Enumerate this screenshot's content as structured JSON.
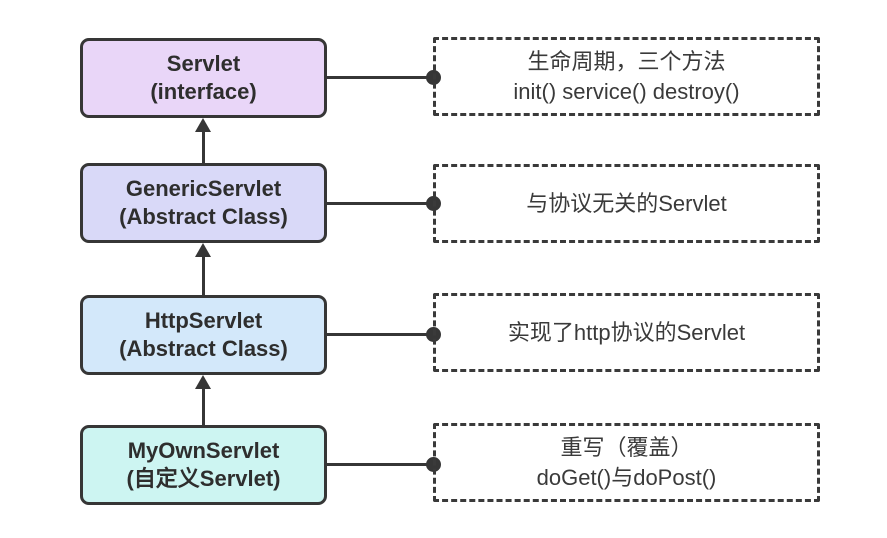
{
  "diagram": {
    "nodes": [
      {
        "title": "Servlet",
        "subtitle": "(interface)",
        "fill": "#e9d6f8"
      },
      {
        "title": "GenericServlet",
        "subtitle": "(Abstract Class)",
        "fill": "#d9d9f8"
      },
      {
        "title": "HttpServlet",
        "subtitle": "(Abstract Class)",
        "fill": "#d3e8fa"
      },
      {
        "title": "MyOwnServlet",
        "subtitle": "(自定义Servlet)",
        "fill": "#cdf5f2"
      }
    ],
    "notes": [
      {
        "lines": [
          "生命周期，三个方法",
          "init() service() destroy()"
        ]
      },
      {
        "lines": [
          "与协议无关的Servlet"
        ]
      },
      {
        "lines": [
          "实现了http协议的Servlet"
        ]
      },
      {
        "lines": [
          "重写（覆盖）",
          "doGet()与doPost()"
        ]
      }
    ],
    "colors": {
      "border": "#363636",
      "node_text": "#2e2e2e",
      "note_text": "#3a3a3a",
      "background": "#ffffff"
    }
  }
}
